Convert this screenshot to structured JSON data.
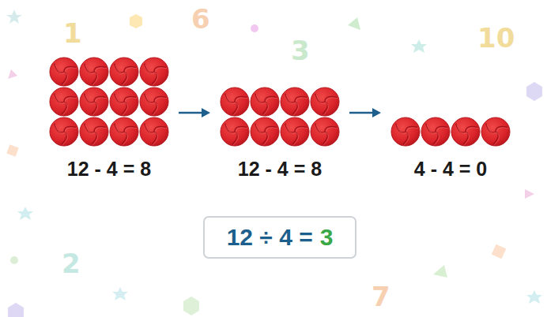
{
  "diagram": {
    "nodes": [
      {
        "text": [
          "12 - 4 = 8"
        ]
      },
      {
        "text": [
          "12 - 4 = 8"
        ]
      },
      {
        "text": [
          "4 - 4 = 0"
        ]
      },
      {
        "text": [
          "12 ÷ 4 =",
          "3"
        ]
      }
    ],
    "edges": [
      {
        "from": 0,
        "to": 1,
        "arrow": "to"
      },
      {
        "from": 1,
        "to": 2,
        "arrow": "to"
      }
    ],
    "labels": [
      "1",
      "6",
      "3",
      "10",
      "2",
      "7"
    ]
  }
}
